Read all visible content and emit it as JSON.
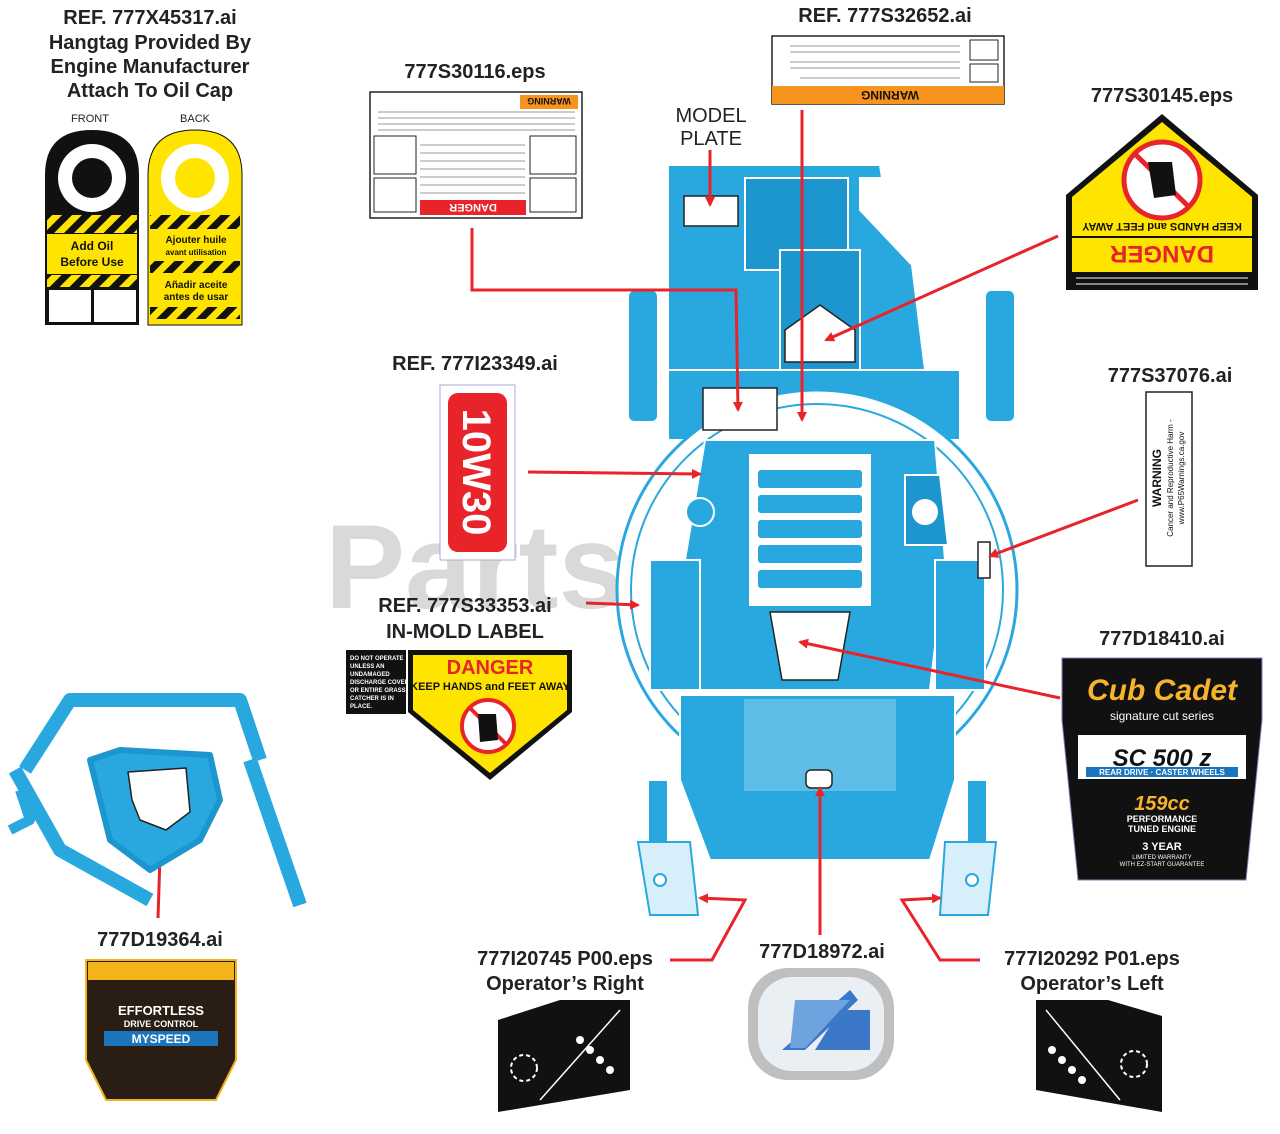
{
  "watermark": "PartsTree",
  "colors": {
    "mower_blue": "#29a8e0",
    "callout_red": "#e8232a",
    "danger_yellow": "#ffe400",
    "warning_orange": "#f7941d",
    "ink": "#222222"
  },
  "labels": {
    "hangtag": {
      "lines": [
        "REF. 777X45317.ai",
        "Hangtag Provided By",
        "Engine Manufacturer",
        "Attach To Oil Cap"
      ],
      "front": "FRONT",
      "back": "BACK",
      "front_text": [
        "Add Oil",
        "Before Use"
      ],
      "back_text_fr": [
        "Ajouter huile",
        "avant utilisation"
      ],
      "back_text_es": [
        "Añadir aceite",
        "antes de usar"
      ]
    },
    "s30116": {
      "ref": "777S30116.eps",
      "badge": "DANGER",
      "warning": "WARNING"
    },
    "model_plate": {
      "lines": [
        "MODEL",
        "PLATE"
      ]
    },
    "s32652": {
      "ref": "REF. 777S32652.ai",
      "badge": "WARNING"
    },
    "s30145": {
      "ref": "777S30145.eps",
      "danger": "DANGER",
      "sub": "KEEP HANDS and FEET AWAY"
    },
    "i23349": {
      "ref": "REF. 777I23349.ai",
      "oil": "10W30"
    },
    "s37076": {
      "ref": "777S37076.ai",
      "warning": "WARNING",
      "line1": "Cancer and Reproductive Harm -",
      "line2": "www.P65Warnings.ca.gov"
    },
    "s33353": {
      "lines": [
        "REF. 777S33353.ai",
        "IN-MOLD LABEL"
      ],
      "danger": "DANGER",
      "sub": "KEEP HANDS and FEET AWAY",
      "side": [
        "DO NOT OPERATE",
        "UNLESS AN",
        "UNDAMAGED",
        "DISCHARGE COVER",
        "OR ENTIRE GRASS",
        "CATCHER IS IN",
        "PLACE."
      ]
    },
    "d18410": {
      "ref": "777D18410.ai",
      "brand": "Cub Cadet",
      "series": "signature cut series",
      "model": "SC 500 z",
      "drive": "REAR DRIVE · CASTER WHEELS",
      "cc": "159cc",
      "engine": [
        "PERFORMANCE",
        "TUNED ENGINE"
      ],
      "warranty": [
        "3 YEAR",
        "LIMITED WARRANTY",
        "WITH EZ-START GUARANTEE"
      ]
    },
    "d19364": {
      "ref": "777D19364.ai",
      "lines": [
        "EFFORTLESS",
        "DRIVE CONTROL",
        "MYSPEED"
      ]
    },
    "i20745": {
      "lines": [
        "777I20745 P00.eps",
        "Operator’s Right"
      ]
    },
    "d18972": {
      "ref": "777D18972.ai"
    },
    "i20292": {
      "lines": [
        "777I20292 P01.eps",
        "Operator’s Left"
      ]
    }
  }
}
